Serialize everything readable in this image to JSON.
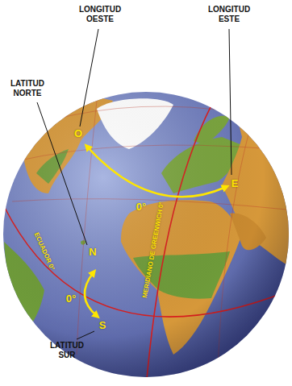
{
  "diagram": {
    "labels": [
      "LONGITUD OESTE",
      "LONGITUD ESTE",
      "LATITUD NORTE",
      "LATITUD SUR",
      "O",
      "E",
      "N",
      "S",
      "0°",
      "0°",
      "ECUADOR 0°",
      "MERIDIANO DE GREENWICH 0°"
    ]
  }
}
